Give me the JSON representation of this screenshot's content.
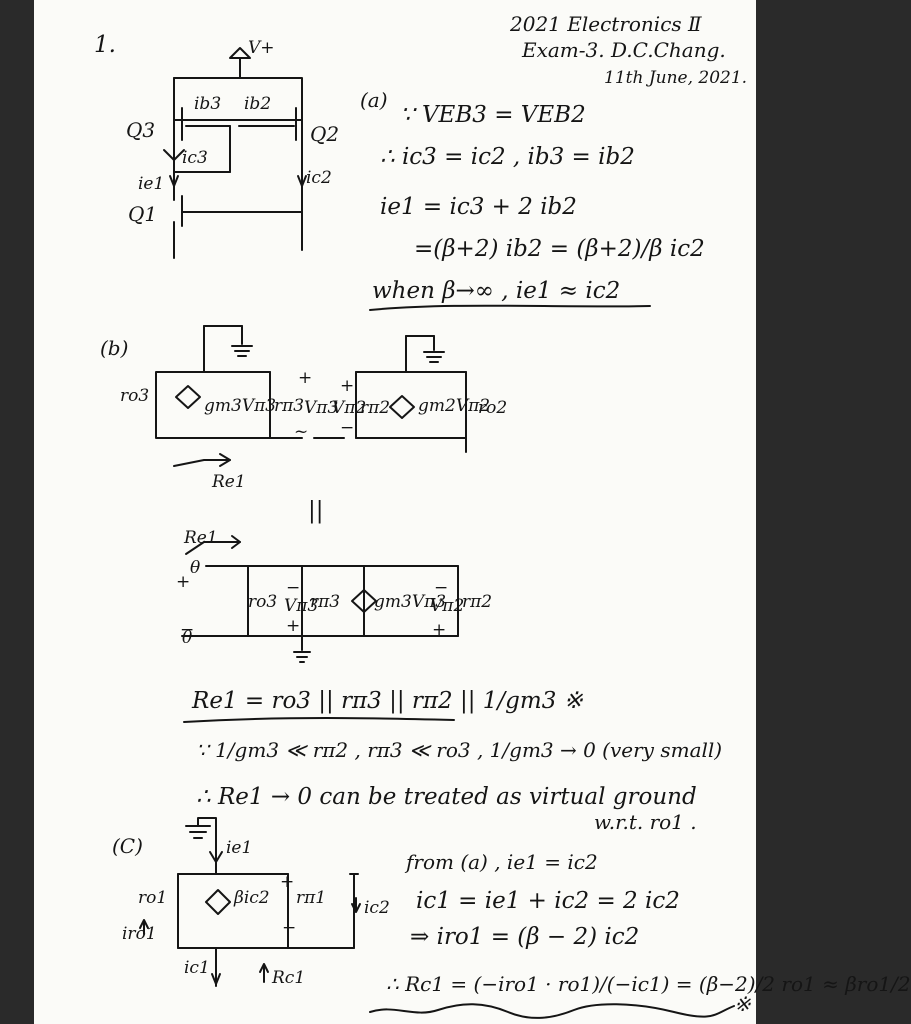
{
  "header": {
    "line1": "2021 Electronics Ⅱ",
    "line2": "Exam-3. D.C.Chang.",
    "line3": "11th June, 2021."
  },
  "problem_number": "1.",
  "part_a": {
    "label": "(a)",
    "eq1": "∵ VEB3 = VEB2",
    "eq2": "∴ ic3 = ic2 , ib3 = ib2",
    "eq3": "ie1 = ic3 + 2 ib2",
    "eq4": "=(β+2) ib2 = (β+2)/β ic2",
    "eq5": "when β→∞ , ie1 ≈ ic2",
    "circuit": {
      "vplus": "V+",
      "ib3": "ib3",
      "ib2": "ib2",
      "q3": "Q3",
      "q2": "Q2",
      "ic3": "ic3",
      "ic2": "ic2",
      "ie1": "ie1",
      "q1": "Q1"
    }
  },
  "part_b": {
    "label": "(b)",
    "circuit1": {
      "ro3": "ro3",
      "gm3": "gm3Vπ3",
      "rpi3": "rπ3",
      "vpi3": "Vπ3",
      "vpi2": "Vπ2",
      "rpi2": "rπ2",
      "gm2": "gm2Vπ2",
      "ro2": "ro2",
      "re1": "Re1",
      "plus1": "+",
      "plus2": "+",
      "minus1": "~",
      "minus2": "−"
    },
    "parallel_sym": "||",
    "circuit2": {
      "re1": "Re1",
      "theta_plus": "θ",
      "theta_minus": "θ",
      "plus": "+",
      "minus": "−",
      "ro3": "ro3",
      "vpi3": "Vπ3",
      "rpi3": "rπ3",
      "gm3": "gm3Vπ3",
      "vpi2": "Vπ2",
      "rpi2": "rπ2",
      "minus_a": "−",
      "minus_b": "−",
      "plus_a": "+",
      "plus_b": "+"
    },
    "eq1": "Re1 = ro3 || rπ3 || rπ2 || 1/gm3 ※",
    "eq2": "∵ 1/gm3 ≪ rπ2 , rπ3 ≪ ro3 ,   1/gm3 → 0 (very small)",
    "eq3": "∴ Re1 → 0   can be treated as virtual ground",
    "eq4": "w.r.t. ro1 ."
  },
  "part_c": {
    "label": "(C)",
    "circuit": {
      "ie1": "ie1",
      "ro1": "ro1",
      "beta": "βic2",
      "rpi1": "rπ1",
      "ic2": "ic2",
      "iro1": "iro1",
      "ic1": "ic1",
      "rc1": "Rc1",
      "plus": "+",
      "minus": "−"
    },
    "eq1": "from (a) , ie1 = ic2",
    "eq2": "ic1 = ie1 + ic2 = 2 ic2",
    "eq3": "⇒ iro1 = (β − 2) ic2",
    "eq4": "∴ Rc1 = (−iro1 · ro1)/(−ic1) = (β−2)/2 ro1 ≈ βro1/2",
    "star": "※"
  }
}
